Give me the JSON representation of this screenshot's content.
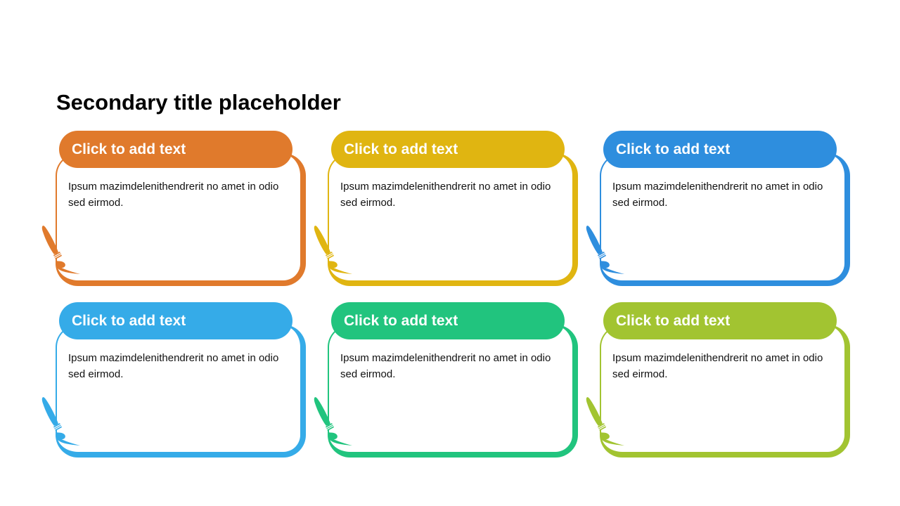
{
  "title": "Secondary title placeholder",
  "cards": [
    {
      "heading": "Click to add text",
      "body": "Ipsum mazimdelenithendrerit no amet in odio sed eirmod.",
      "color": "#E07A2C"
    },
    {
      "heading": "Click to add text",
      "body": "Ipsum mazimdelenithendrerit no amet in odio sed eirmod.",
      "color": "#E0B511"
    },
    {
      "heading": "Click to add text",
      "body": "Ipsum mazimdelenithendrerit no amet in odio sed eirmod.",
      "color": "#2E8EDE"
    },
    {
      "heading": "Click to add text",
      "body": "Ipsum mazimdelenithendrerit no amet in odio sed eirmod.",
      "color": "#35ABE8"
    },
    {
      "heading": "Click to add text",
      "body": "Ipsum mazimdelenithendrerit no amet in odio sed eirmod.",
      "color": "#21C47E"
    },
    {
      "heading": "Click to add text",
      "body": "Ipsum mazimdelenithendrerit no amet in odio sed eirmod.",
      "color": "#A2C431"
    }
  ]
}
